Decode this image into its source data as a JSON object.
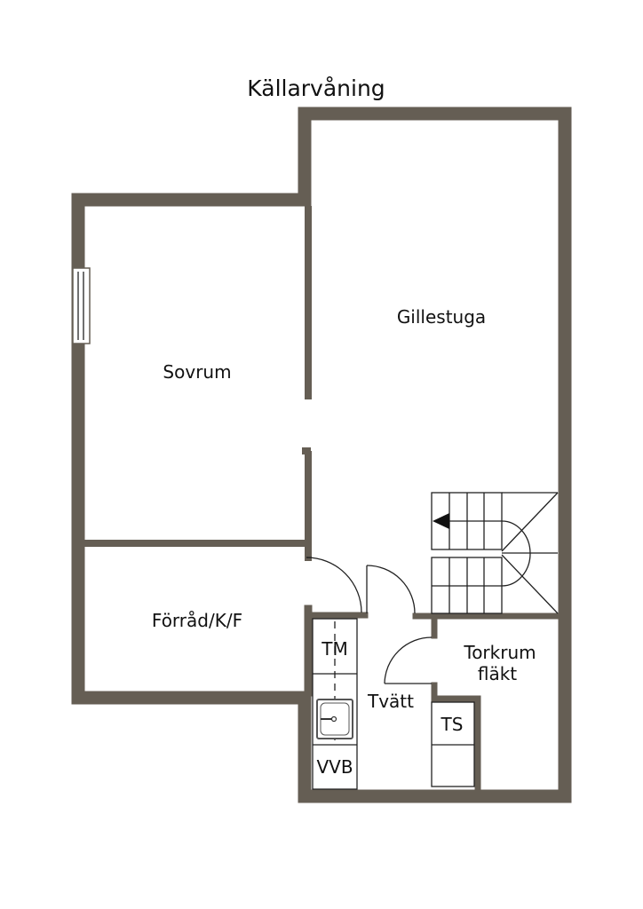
{
  "title": "Källarvåning",
  "rooms": {
    "gillestuga": "Gillestuga",
    "sovrum": "Sovrum",
    "forrad": "Förråd/K/F",
    "tvatt": "Tvätt",
    "torkrum_line1": "Torkrum",
    "torkrum_line2": "fläkt"
  },
  "fixtures": {
    "tm": "TM",
    "ts": "TS",
    "vvb": "VVB"
  },
  "colors": {
    "wall": "#655e54"
  }
}
